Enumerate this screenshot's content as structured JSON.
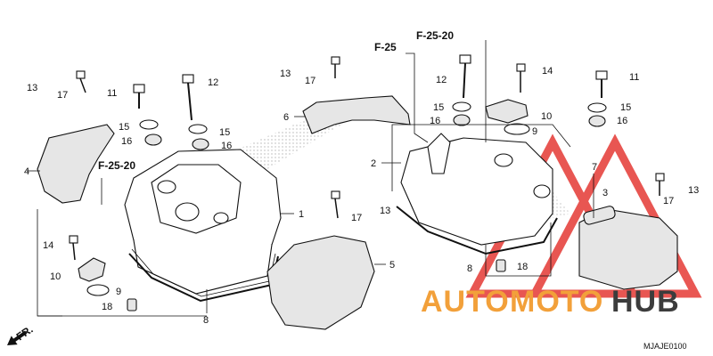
{
  "callouts": {
    "c1": "1",
    "c2": "2",
    "c3": "3",
    "c4": "4",
    "c5": "5",
    "c6": "6",
    "c7": "7",
    "c8a": "8",
    "c8b": "8",
    "c9a": "9",
    "c9b": "9",
    "c10a": "10",
    "c10b": "10",
    "c11a": "11",
    "c11b": "11",
    "c12a": "12",
    "c12b": "12",
    "c13a": "13",
    "c13b": "13",
    "c13c": "13",
    "c13d": "13",
    "c14a": "14",
    "c14b": "14",
    "c15a": "15",
    "c15b": "15",
    "c15c": "15",
    "c15d": "15",
    "c16a": "16",
    "c16b": "16",
    "c16c": "16",
    "c16d": "16",
    "c17a": "17",
    "c17b": "17",
    "c17c": "17",
    "c17d": "17",
    "c18a": "18",
    "c18b": "18"
  },
  "refs": {
    "f25_20_top": "F-25-20",
    "f25": "F-25",
    "f25_20_left": "F-25-20",
    "fr": "FR."
  },
  "diagram_code": "MJAJE0100",
  "watermark": {
    "auto": "AUTO",
    "moto": "MOTO",
    "hub": "HUB",
    "colors": {
      "auto": "#f2a03a",
      "moto": "#f2a03a",
      "hub": "#3c3c3c",
      "triangle": "#e53935"
    }
  }
}
